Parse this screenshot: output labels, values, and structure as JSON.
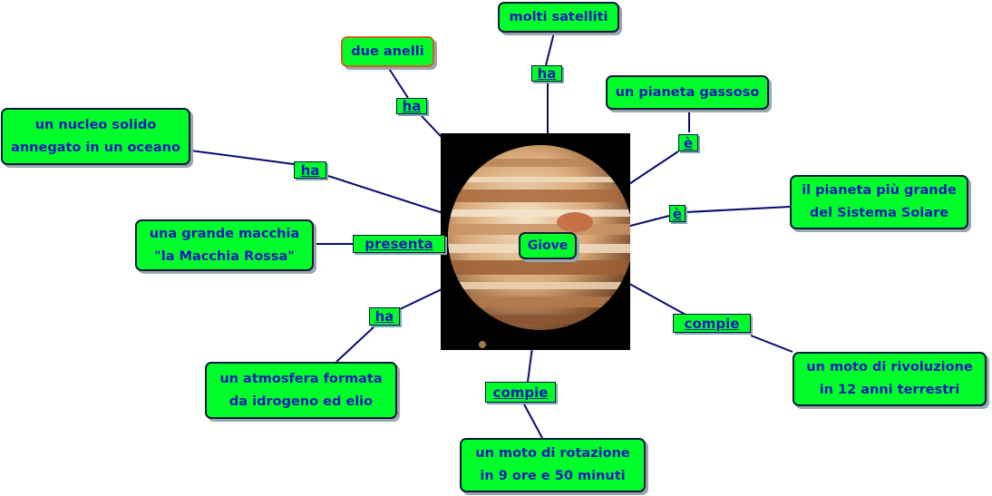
{
  "center": {
    "label": "Giove"
  },
  "concepts": {
    "satelliti": "molti satelliti",
    "anelli": "due anelli",
    "gassoso": "un pianeta gassoso",
    "nucleo": "un nucleo solido\nannegato in un oceano",
    "grande": "il pianeta più grande\ndel Sistema Solare",
    "macchia": "una grande macchia\n\"la Macchia Rossa\"",
    "rivoluzione": "un moto di rivoluzione\nin 12 anni terrestri",
    "atmosfera": "un atmosfera formata\nda idrogeno ed elio",
    "rotazione": "un moto di rotazione\nin 9 ore e 50 minuti"
  },
  "links": {
    "satelliti": "ha",
    "anelli": "ha",
    "gassoso": "è",
    "nucleo": "ha",
    "grande": "è",
    "macchia": "presenta",
    "rivoluzione": "compie",
    "atmosfera": "ha",
    "rotazione": "compie"
  },
  "colors": {
    "node_fill": "#00ff2a",
    "text": "#1a1ab8",
    "line": "#0b0b6e",
    "anelli_border": "#c8641e"
  }
}
